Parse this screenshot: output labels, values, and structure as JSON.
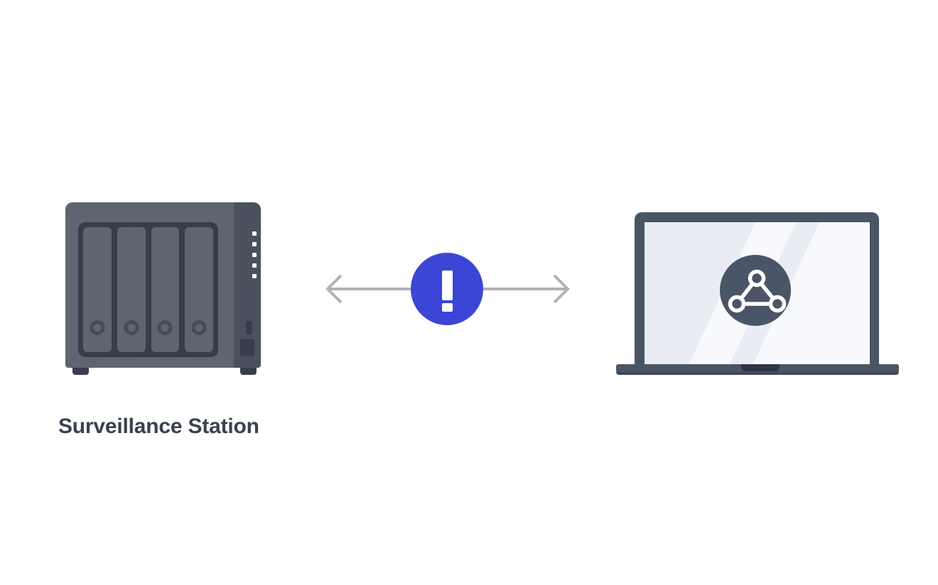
{
  "illustration": {
    "nas": {
      "label": "Surveillance Station",
      "drive_bay_count": 4,
      "led_count": 5
    },
    "connection": {
      "arrow_direction": "bidirectional",
      "alert_symbol": "!",
      "alert_color": "#3b46d6",
      "arrow_color": "#b1b2b4"
    },
    "laptop": {
      "screen_icon": "network-share-icon",
      "icon_circle_color": "#4a5568"
    },
    "colors": {
      "background": "#ffffff",
      "nas_body": "#5f6570",
      "nas_side_panel": "#4a515e",
      "nas_dark_accent": "#373d4a",
      "label_text": "#3a414e",
      "laptop_frame": "#4a5564",
      "screen_light": "#e9edf3",
      "screen_highlight": "#f7f9fc",
      "led": "#ffffff"
    }
  }
}
